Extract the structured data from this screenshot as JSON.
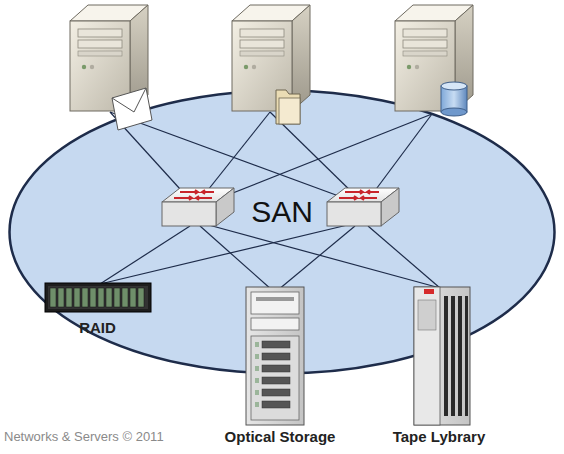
{
  "diagram": {
    "nodes": [
      {
        "text": [
          "SAN"
        ]
      },
      {
        "text": [
          "RAID"
        ]
      },
      {
        "text": [
          "Optical Storage"
        ]
      },
      {
        "text": [
          "Tape Lybrary"
        ]
      }
    ],
    "labels": [
      "Networks & Servers © 2011"
    ]
  }
}
